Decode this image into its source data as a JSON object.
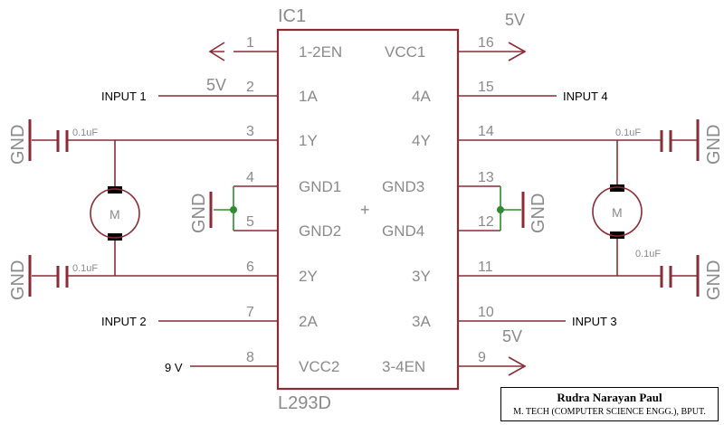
{
  "chip": {
    "designator": "IC1",
    "part": "L293D",
    "center_mark": "+",
    "left_pins": [
      {
        "num": "1",
        "name": "1-2EN"
      },
      {
        "num": "2",
        "name": "1A"
      },
      {
        "num": "3",
        "name": "1Y"
      },
      {
        "num": "4",
        "name": "GND1"
      },
      {
        "num": "5",
        "name": "GND2"
      },
      {
        "num": "6",
        "name": "2Y"
      },
      {
        "num": "7",
        "name": "2A"
      },
      {
        "num": "8",
        "name": "VCC2"
      }
    ],
    "right_pins": [
      {
        "num": "16",
        "name": "VCC1"
      },
      {
        "num": "15",
        "name": "4A"
      },
      {
        "num": "14",
        "name": "4Y"
      },
      {
        "num": "13",
        "name": "GND3"
      },
      {
        "num": "12",
        "name": "GND4"
      },
      {
        "num": "11",
        "name": "3Y"
      },
      {
        "num": "10",
        "name": "3A"
      },
      {
        "num": "9",
        "name": "3-4EN"
      }
    ]
  },
  "labels": {
    "input1": "INPUT 1",
    "input2": "INPUT 2",
    "input3": "INPUT 3",
    "input4": "INPUT 4",
    "nine_v": "9 V",
    "five_v": "5V",
    "gnd": "GND",
    "cap": "0.1uF",
    "motor": "M"
  },
  "colors": {
    "wire": "#8a2b36",
    "junction": "#2e8b2e",
    "text": "#8a8a8a"
  },
  "credit": {
    "name": "Rudra Narayan Paul",
    "detail": "M. TECH (COMPUTER SCIENCE ENGG.), BPUT."
  }
}
